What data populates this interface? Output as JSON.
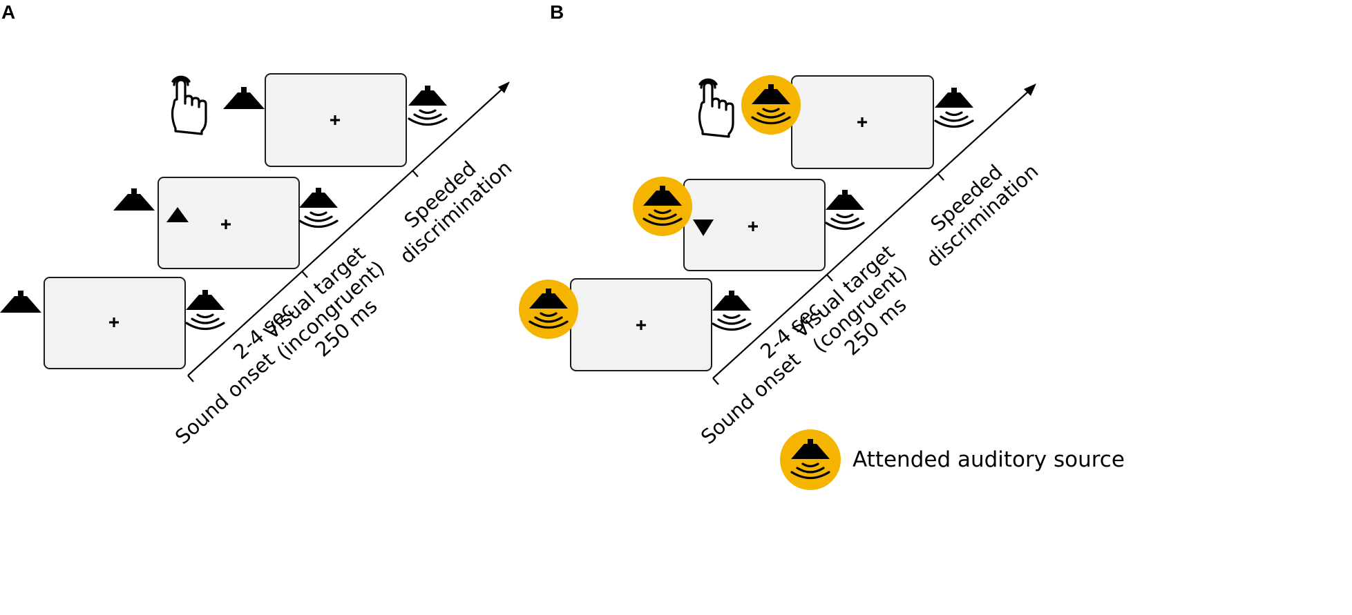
{
  "panels": {
    "a": {
      "label": "A",
      "timeline": {
        "sound_onset": "Sound onset",
        "interval": "2-4 sec",
        "visual_target": [
          "Visual target",
          "(incongruent)",
          "250 ms"
        ],
        "response": [
          "Speeded",
          "discrimination"
        ]
      },
      "target_shape": "triangle-up",
      "attended_side": "none"
    },
    "b": {
      "label": "B",
      "timeline": {
        "sound_onset": "Sound onset",
        "interval": "2-4 sec",
        "visual_target": [
          "Visual target",
          "(congruent)",
          "250 ms"
        ],
        "response": [
          "Speeded",
          "discrimination"
        ]
      },
      "target_shape": "triangle-down",
      "attended_side": "left"
    }
  },
  "legend": {
    "text": "Attended auditory source",
    "icon": "speaker-sound-icon"
  },
  "colors": {
    "attended_highlight": "#F5B400",
    "screen_fill": "#F2F2F2",
    "ink": "#000000"
  },
  "icons": [
    "speaker-icon",
    "speaker-sound-icon",
    "hand-pointer-icon",
    "fixation-cross-icon",
    "triangle-icon"
  ]
}
